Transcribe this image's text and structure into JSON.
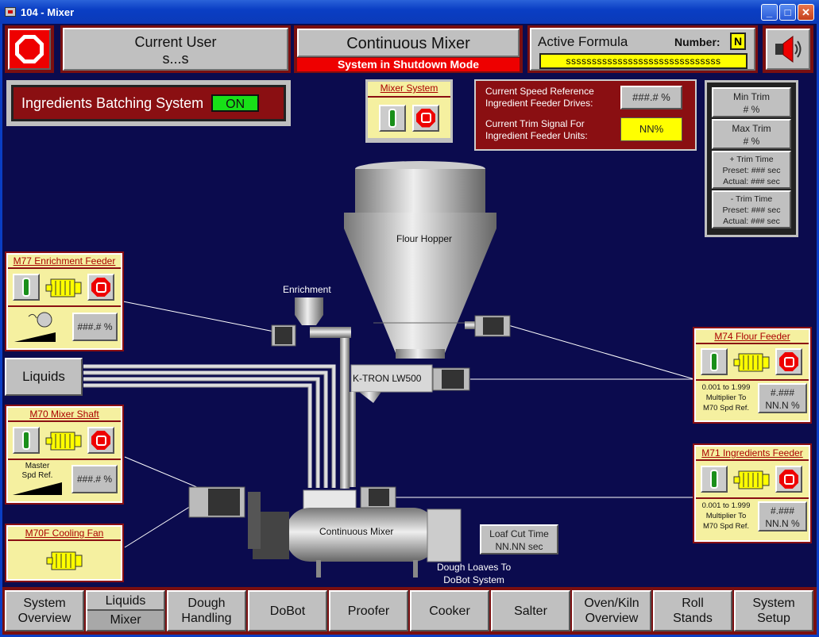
{
  "window": {
    "title": "104 - Mixer"
  },
  "header": {
    "current_user_label": "Current User",
    "current_user_value": "s...s",
    "mixer_title": "Continuous Mixer",
    "status": "System in Shutdown Mode",
    "active_formula_label": "Active Formula",
    "number_label": "Number:",
    "number_value": "N",
    "formula_value": "ssssssssssssssssssssssssssssss"
  },
  "batching": {
    "label": "Ingredients Batching System",
    "state": "ON"
  },
  "mixer_system": {
    "title": "Mixer System"
  },
  "speed": {
    "ref_label_1": "Current Speed Reference",
    "ref_label_2": "Ingredient Feeder Drives:",
    "ref_value": "###.# %",
    "trim_label_1": "Current Trim Signal For",
    "trim_label_2": "Ingredient Feeder Units:",
    "trim_value": "NN%"
  },
  "trim": {
    "min_label": "Min Trim",
    "min_value": "# %",
    "max_label": "Max Trim",
    "max_value": "# %",
    "plus_label": "+ Trim Time",
    "plus_preset": "Preset: ### sec",
    "plus_actual": "Actual: ### sec",
    "minus_label": "- Trim Time",
    "minus_preset": "Preset: ### sec",
    "minus_actual": "Actual: ### sec"
  },
  "m77": {
    "title": "M77 Enrichment Feeder",
    "value": "###.# %"
  },
  "liquids": {
    "label": "Liquids"
  },
  "m70": {
    "title": "M70 Mixer Shaft",
    "ref_1": "Master",
    "ref_2": "Spd Ref.",
    "value": "###.# %"
  },
  "m70f": {
    "title": "M70F Cooling Fan"
  },
  "m74": {
    "title": "M74 Flour Feeder",
    "mult_1": "0.001 to 1.999",
    "mult_2": "Multiplier To",
    "mult_3": "M70 Spd Ref.",
    "value_1": "#.###",
    "value_2": "NN.N %"
  },
  "m71": {
    "title": "M71 Ingredients Feeder",
    "mult_1": "0.001 to 1.999",
    "mult_2": "Multiplier To",
    "mult_3": "M70 Spd Ref.",
    "value_1": "#.###",
    "value_2": "NN.N %"
  },
  "process": {
    "flour_hopper": "Flour Hopper",
    "enrichment": "Enrichment",
    "ktron": "K-TRON LW500",
    "continuous_mixer": "Continuous Mixer",
    "loaf_cut_label": "Loaf Cut Time",
    "loaf_cut_value": "NN.NN sec",
    "dough_1": "Dough Loaves To",
    "dough_2": "DoBot System"
  },
  "nav": [
    {
      "l1": "System",
      "l2": "Overview"
    },
    {
      "l1": "Liquids",
      "l2": "Mixer"
    },
    {
      "l1": "Dough",
      "l2": "Handling"
    },
    {
      "l1": "DoBot",
      "l2": ""
    },
    {
      "l1": "Proofer",
      "l2": ""
    },
    {
      "l1": "Cooker",
      "l2": ""
    },
    {
      "l1": "Salter",
      "l2": ""
    },
    {
      "l1": "Oven/Kiln",
      "l2": "Overview"
    },
    {
      "l1": "Roll",
      "l2": "Stands"
    },
    {
      "l1": "System",
      "l2": "Setup"
    }
  ],
  "colors": {
    "background": "#0b0b4e",
    "alarm_red": "#e00000",
    "status_on": "#18e018",
    "label_yellow": "#f5f0a0",
    "panel_maroon": "#7a0f10"
  }
}
